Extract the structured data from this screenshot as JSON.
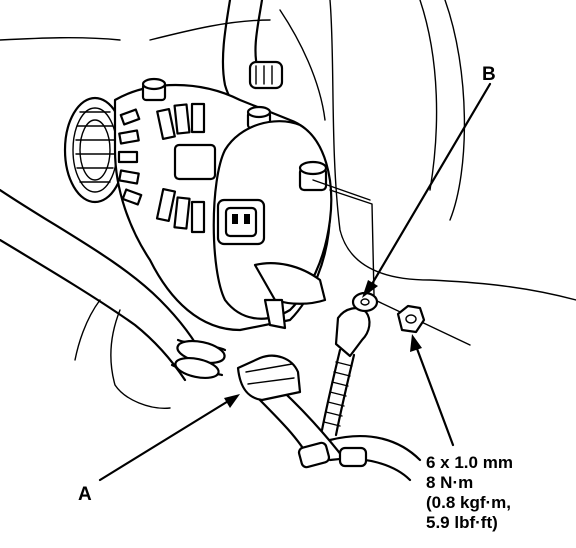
{
  "callouts": {
    "a": "A",
    "b": "B"
  },
  "torque_spec": {
    "line1": "6 x 1.0 mm",
    "line2": "8 N·m",
    "line3": "(0.8 kgf·m,",
    "line4": "5.9 lbf·ft)"
  }
}
